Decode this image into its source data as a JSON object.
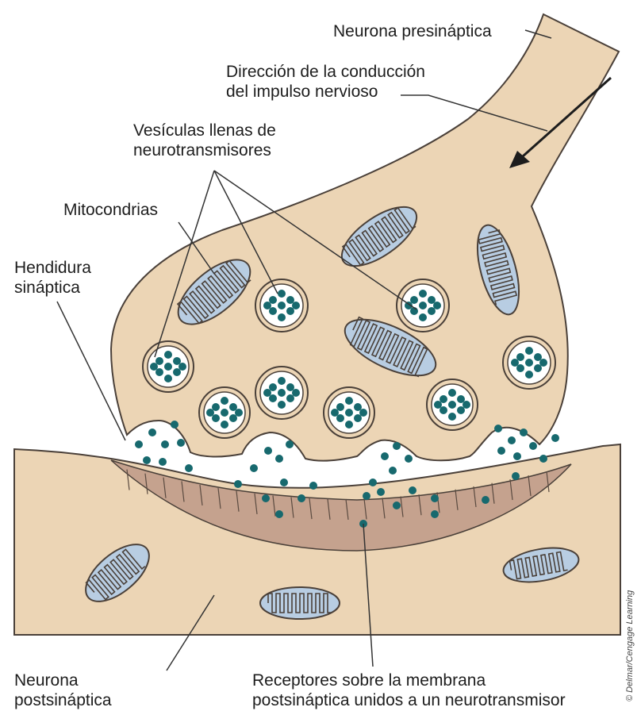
{
  "labels": {
    "presynaptic": "Neurona presináptica",
    "direction_1": "Dirección de la conducción",
    "direction_2": "del impulso nervioso",
    "vesicles_1": "Vesículas llenas de",
    "vesicles_2": "neurotransmisores",
    "mitochondria": "Mitocondrias",
    "cleft_1": "Hendidura",
    "cleft_2": "sináptica",
    "postsynaptic_1": "Neurona",
    "postsynaptic_2": "postsináptica",
    "receptors_1": "Receptores sobre la membrana",
    "receptors_2": "postsináptica unidos a un neurotransmisor"
  },
  "credit": "© Delmar/Cengage Learning",
  "colors": {
    "neuron_fill": "#ecd5b5",
    "outline": "#4a4039",
    "membrane_band": "#c5a28e",
    "mito_fill": "#b8cde2",
    "vesicle_inner": "#ffffff",
    "neurotransmitter": "#17696e",
    "cleft": "#ffffff"
  }
}
